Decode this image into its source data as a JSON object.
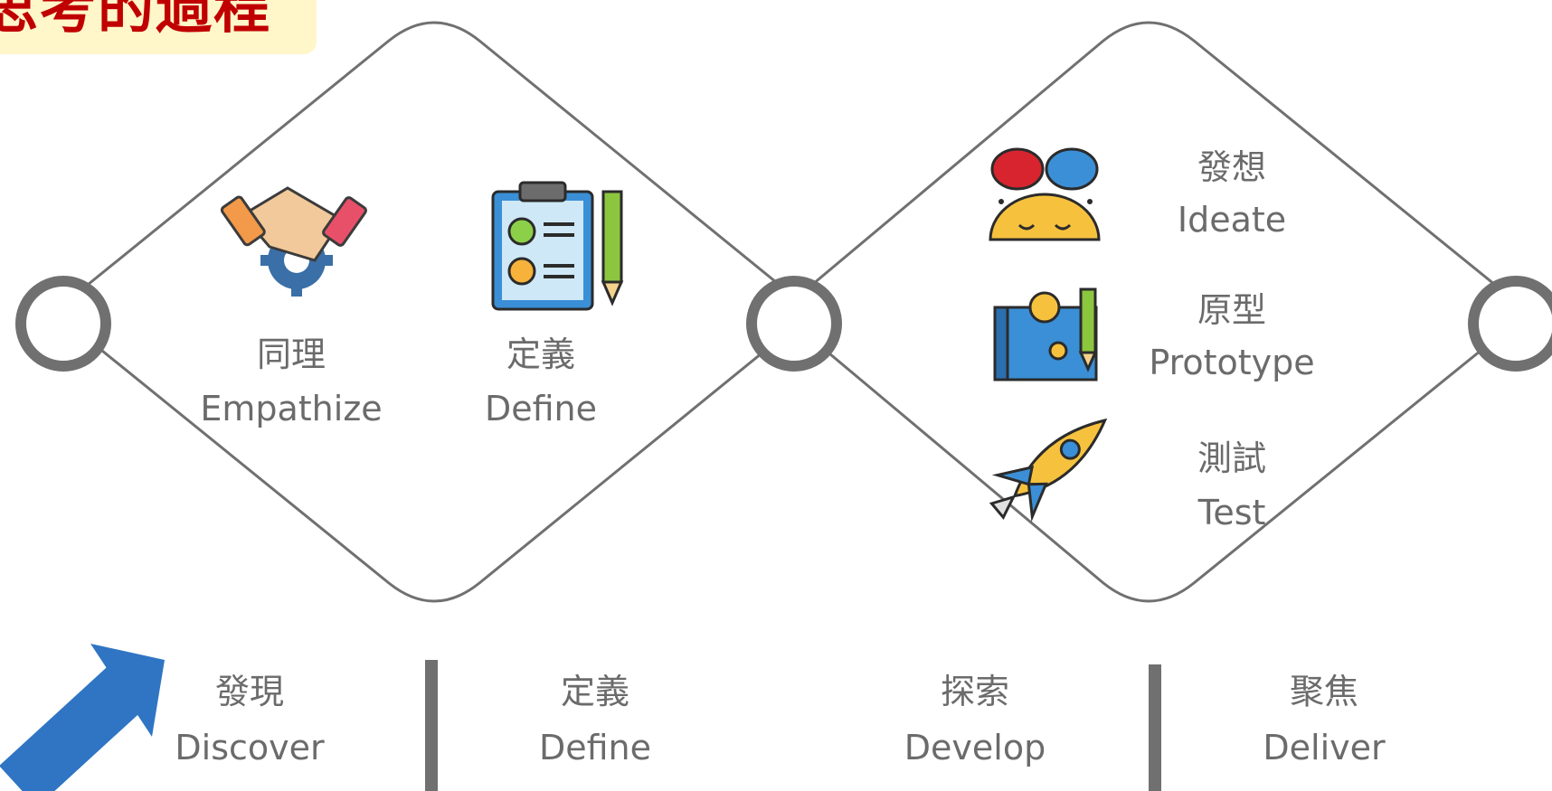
{
  "title": "思考的過程",
  "diamonds": [
    {
      "stages": [
        {
          "zh": "同理",
          "en": "Empathize",
          "icon": "handshake-gear-icon"
        },
        {
          "zh": "定義",
          "en": "Define",
          "icon": "clipboard-checklist-icon"
        }
      ]
    },
    {
      "stages": [
        {
          "zh": "發想",
          "en": "Ideate",
          "icon": "thought-bubbles-face-icon"
        },
        {
          "zh": "原型",
          "en": "Prototype",
          "icon": "blueprint-pencil-icon"
        },
        {
          "zh": "測試",
          "en": "Test",
          "icon": "rocket-icon"
        }
      ]
    }
  ],
  "phases": [
    {
      "zh": "發現",
      "en": "Discover"
    },
    {
      "zh": "定義",
      "en": "Define"
    },
    {
      "zh": "探索",
      "en": "Develop"
    },
    {
      "zh": "聚焦",
      "en": "Deliver"
    }
  ],
  "colors": {
    "outline": "#707070",
    "text": "#6b6b6b",
    "arrow": "#2f75c4",
    "title": "#c00000",
    "title_bg": "#fff6c9"
  }
}
